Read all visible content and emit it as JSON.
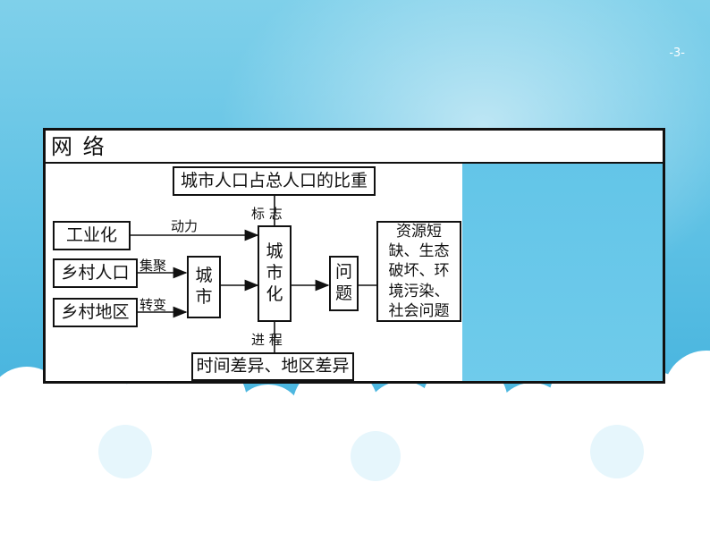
{
  "page_number": "-3-",
  "panel": {
    "title": "网  络"
  },
  "diagram": {
    "top_box": "城市人口占总人口的比重",
    "bottom_box": "时间差异、地区差异",
    "industrialization": "工业化",
    "rural_population": "乡村人口",
    "rural_area": "乡村地区",
    "city": "城市",
    "urbanization": "城市化",
    "problems": "问题",
    "problems_list": "资源短缺、生态破坏、环境污染、社会问题",
    "label_dongli": "动力",
    "label_jiju": "集聚",
    "label_zhuanbian": "转变",
    "label_biaozhi": "标 志",
    "label_jincheng": "进 程"
  },
  "colors": {
    "sky": "#5cc0e4",
    "cloud": "#ffffff",
    "line": "#111111"
  }
}
